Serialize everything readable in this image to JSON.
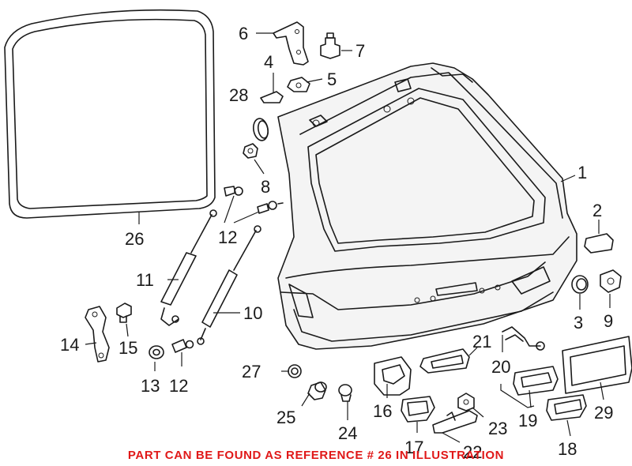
{
  "callouts": {
    "c1": "1",
    "c2": "2",
    "c3": "3",
    "c4": "4",
    "c5": "5",
    "c6": "6",
    "c7": "7",
    "c8": "8",
    "c9": "9",
    "c10": "10",
    "c11": "11",
    "c12a": "12",
    "c12b": "12",
    "c13": "13",
    "c14": "14",
    "c15": "15",
    "c16": "16",
    "c17": "17",
    "c18": "18",
    "c19": "19",
    "c20": "20",
    "c21": "21",
    "c22": "22",
    "c23": "23",
    "c24": "24",
    "c25": "25",
    "c26": "26",
    "c27": "27",
    "c28": "28",
    "c29": "29"
  },
  "note": "PART CAN BE FOUND AS REFERENCE # 26 IN ILLUSTRATION",
  "colors": {
    "line": "#1a1a1a",
    "note": "#e01818",
    "background": "#ffffff"
  }
}
